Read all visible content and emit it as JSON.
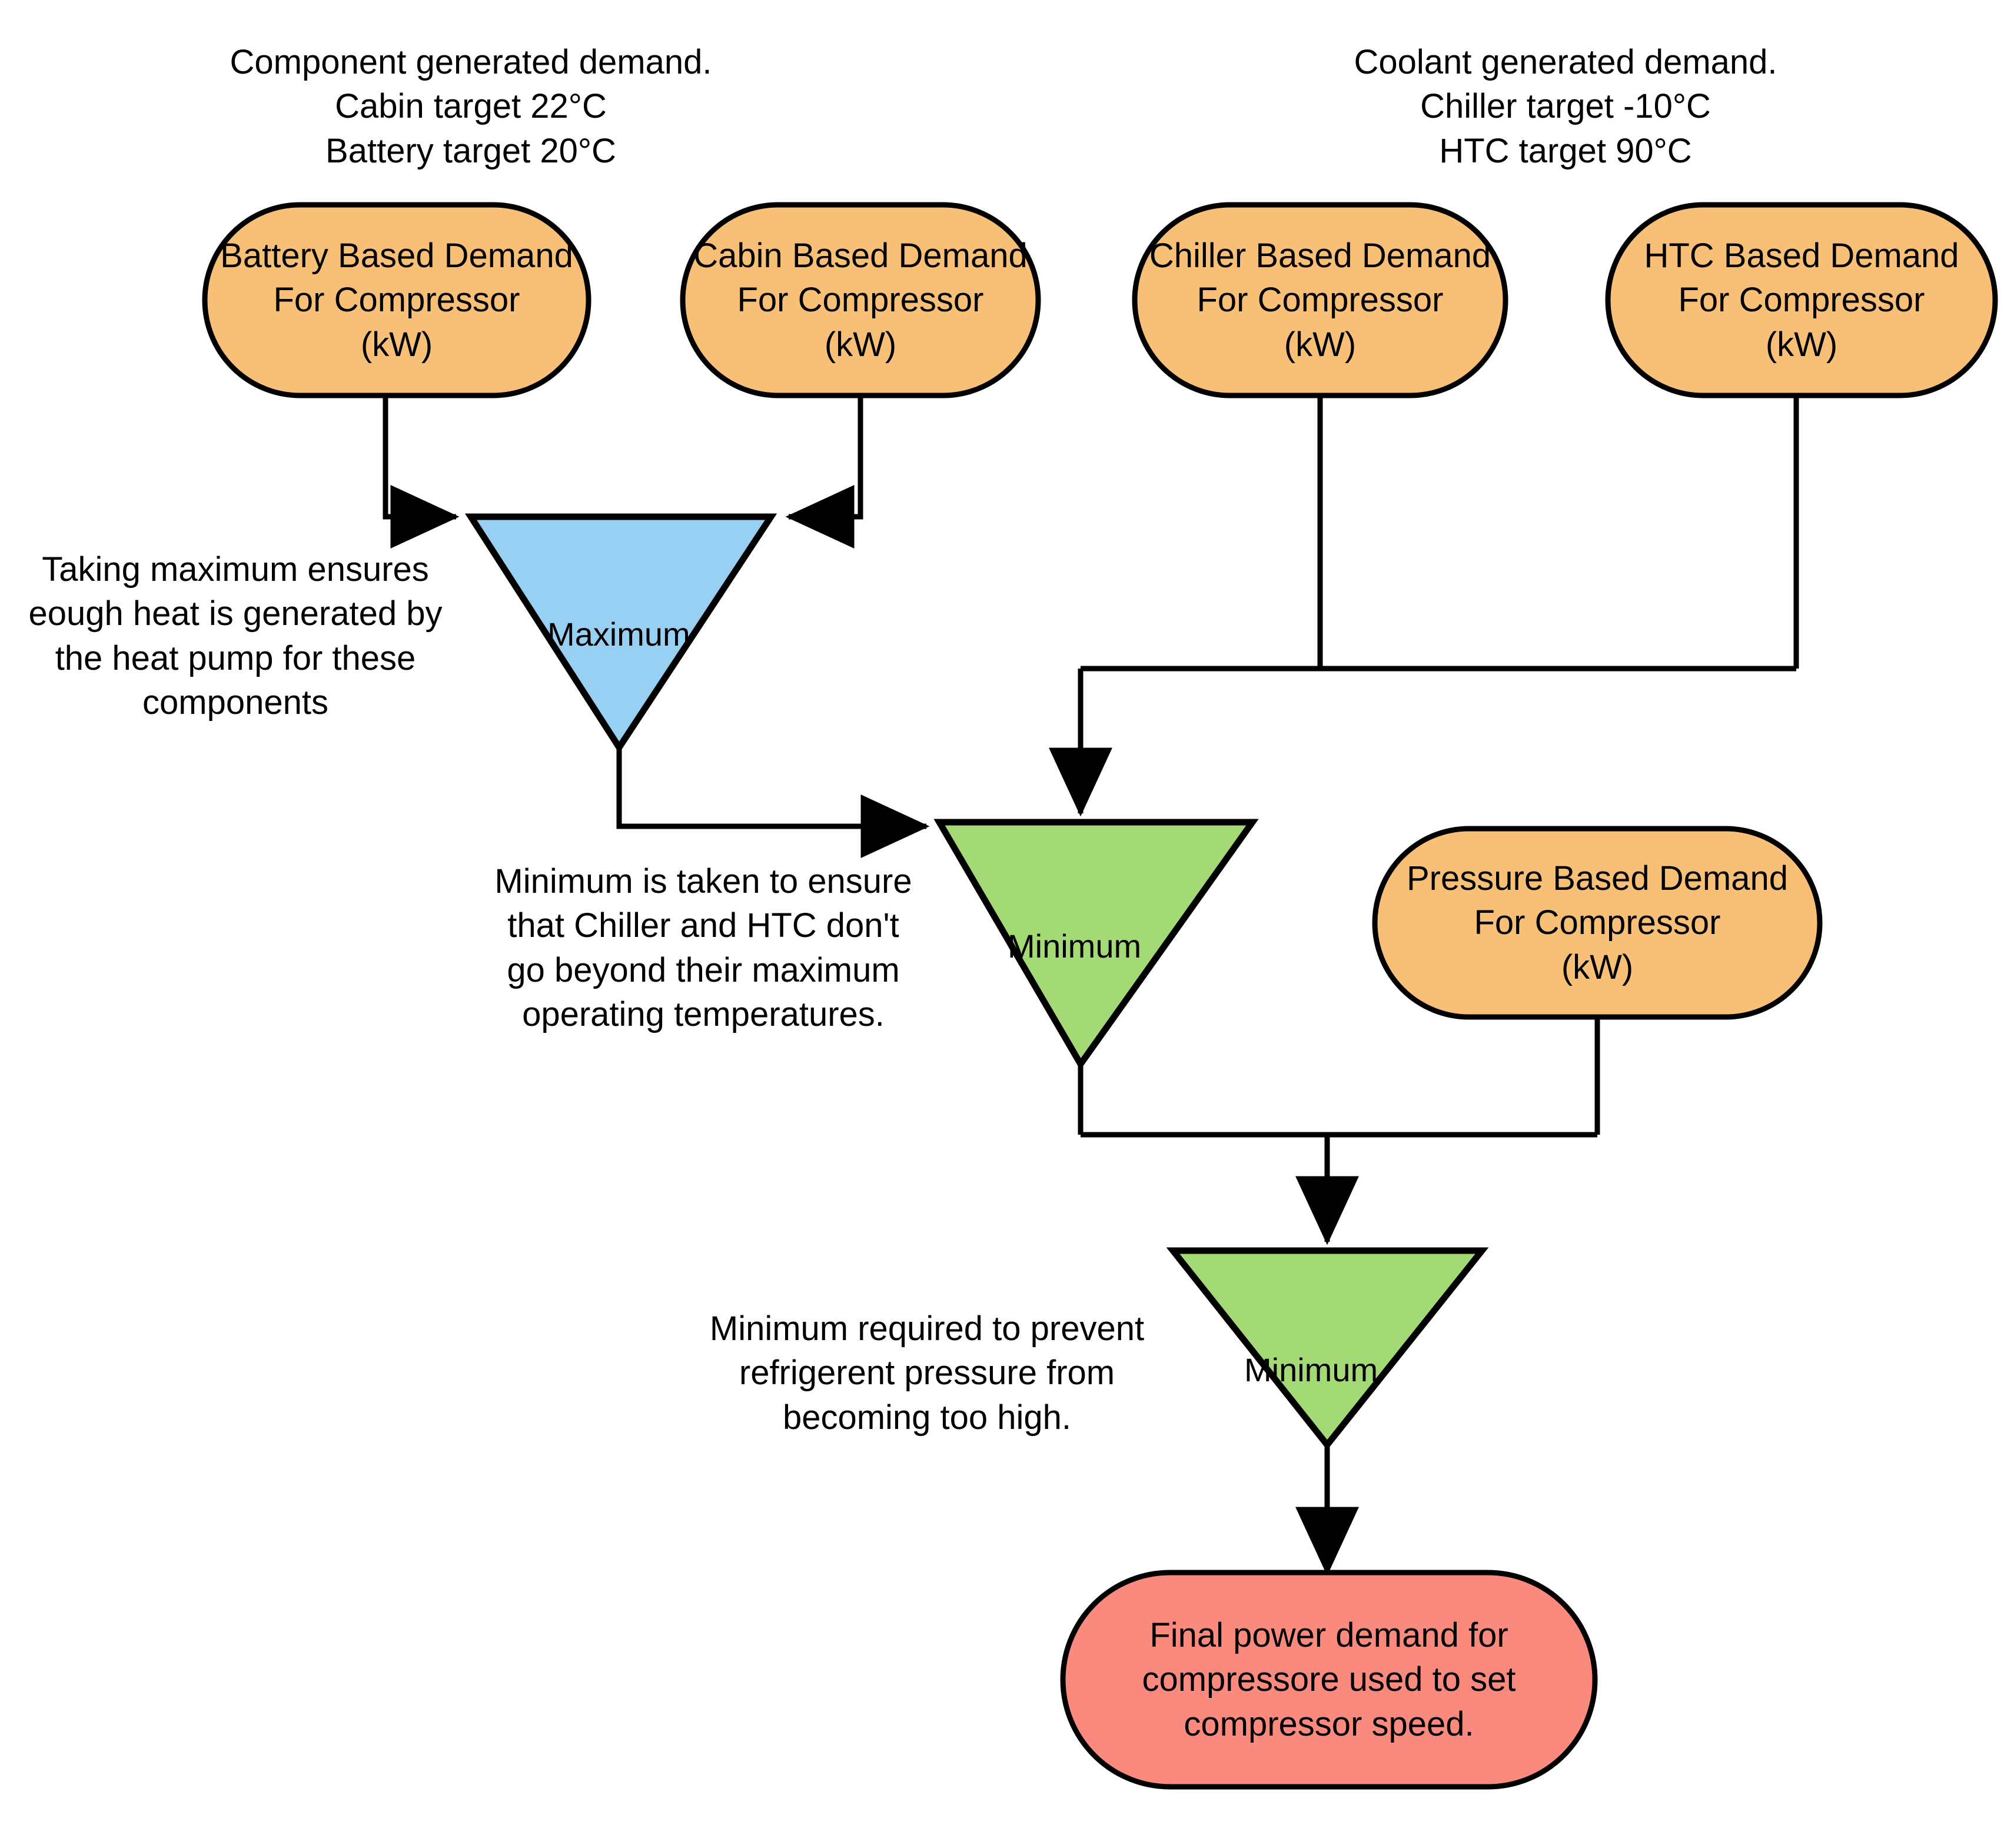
{
  "diagram": {
    "title_left": "Component generated demand.\nCabin target 22°C\nBattery target 20°C",
    "title_right": "Coolant generated demand.\nChiller target -10°C\nHTC target 90°C",
    "annotations": {
      "maximum_note": "Taking maximum ensures\neough heat is generated by\nthe heat pump for these\ncomponents",
      "minimum_note_1": "Minimum is taken to ensure\nthat Chiller and HTC don't\ngo beyond their maximum\noperating temperatures.",
      "minimum_note_2": "Minimum required to prevent\nrefrigerent pressure from\nbecoming too high."
    },
    "nodes": {
      "battery": "Battery Based Demand\nFor Compressor\n(kW)",
      "cabin": "Cabin Based Demand\nFor Compressor\n(kW)",
      "chiller": "Chiller Based Demand\nFor Compressor\n(kW)",
      "htc": "HTC Based Demand\nFor Compressor\n(kW)",
      "pressure": "Pressure Based Demand\nFor Compressor\n(kW)",
      "final": "Final power demand for\ncompressore used to set\ncompressor speed."
    },
    "operators": {
      "maximum": "Maximum",
      "minimum_1": "Minimum",
      "minimum_2": "Minimum"
    },
    "colors": {
      "node_fill": "#f8c077",
      "max_fill": "#97d0f2",
      "min_fill": "#a3da76",
      "final_fill": "#f98a7d",
      "stroke": "#000000",
      "background": "#ffffff"
    }
  }
}
